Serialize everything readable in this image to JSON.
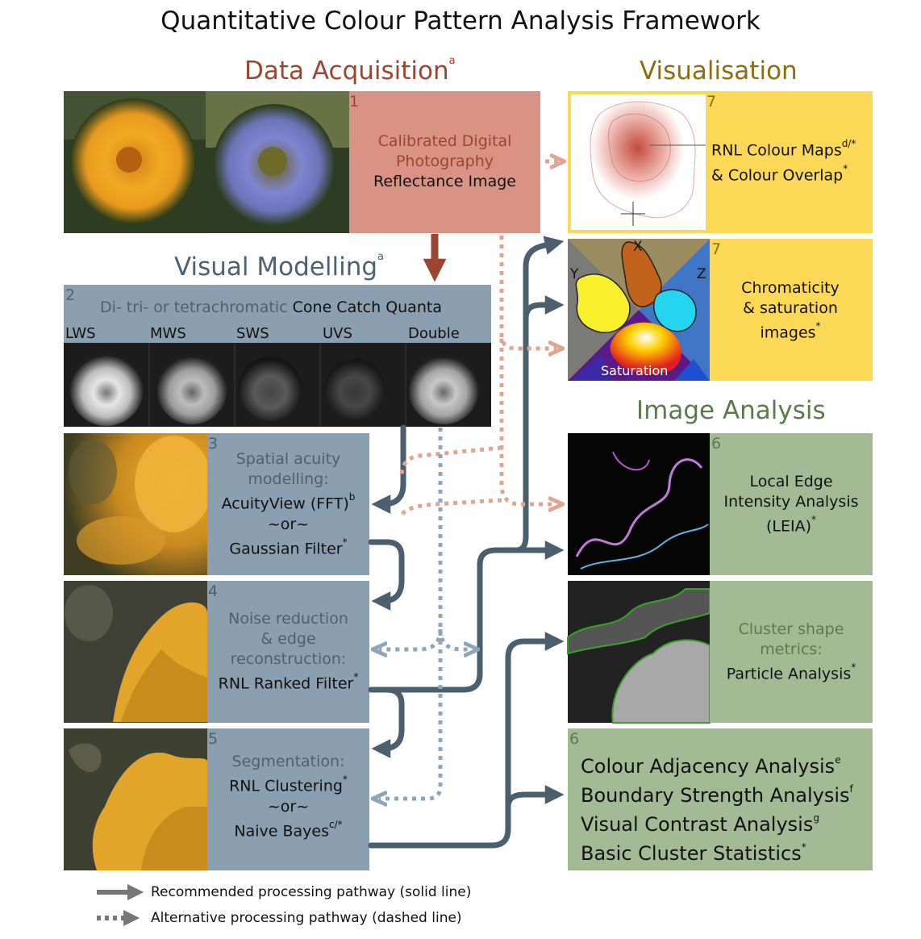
{
  "title": "Quantitative Colour Pattern Analysis Framework",
  "sections": {
    "acquisition": {
      "label": "Data Acquisition",
      "sup": "a"
    },
    "modelling": {
      "label": "Visual Modelling",
      "sup": "a"
    },
    "visualisation": {
      "label": "Visualisation"
    },
    "analysis": {
      "label": "Image Analysis"
    }
  },
  "colors": {
    "acquisition": "#d99385",
    "acquisition_text": "#9b4631",
    "modelling": "#8a9faf",
    "modelling_text": "#4e6171",
    "visualisation": "#fbd957",
    "visualisation_text": "#8c6e12",
    "analysis": "#a3bb95",
    "analysis_text": "#5c7a4a",
    "arrow_solid": "#4b5f6e",
    "arrow_dashed_pink": "#e0a492",
    "arrow_dashed_blue": "#8ea6ba"
  },
  "box1": {
    "number": "1",
    "line1": "Calibrated Digital",
    "line2": "Photography",
    "line3": "Reflectance Image"
  },
  "box2": {
    "number": "2",
    "prefix": "Di- tri- or tetrachromatic ",
    "main": "Cone Catch Quanta",
    "channels": [
      "LWS",
      "MWS",
      "SWS",
      "UVS",
      "Double"
    ]
  },
  "box3": {
    "number": "3",
    "line1": "Spatial acuity",
    "line2": "modelling:",
    "line3": "AcuityView (FFT)",
    "sup3": "b",
    "line4": "~or~",
    "line5": "Gaussian Filter",
    "sup5": "*"
  },
  "box4": {
    "number": "4",
    "line1": "Noise reduction",
    "line2": "& edge",
    "line3": "reconstruction:",
    "line4": "RNL Ranked Filter",
    "sup4": "*"
  },
  "box5": {
    "number": "5",
    "line1": "Segmentation:",
    "line2": "RNL Clustering",
    "sup2": "*",
    "line3": "~or~",
    "line4": "Naive Bayes",
    "sup4": "c/*"
  },
  "vis1": {
    "number": "7",
    "line1": "RNL Colour Maps",
    "sup1": "d/*",
    "line2": "& Colour Overlap",
    "sup2": "*"
  },
  "vis2": {
    "number": "7",
    "line1": "Chromaticity",
    "line2": "& saturation",
    "line3": "images",
    "sup3": "*",
    "axis_x": "X",
    "axis_y": "Y",
    "axis_z": "Z",
    "saturation_label": "Saturation"
  },
  "ana1": {
    "number": "6",
    "line1": "Local Edge",
    "line2": "Intensity Analysis",
    "line3": "(LEIA)",
    "sup3": "*"
  },
  "ana2": {
    "number": "",
    "line1": "Cluster shape",
    "line2": "metrics:",
    "line3": "Particle Analysis",
    "sup3": "*"
  },
  "ana3": {
    "number": "6",
    "lines": [
      {
        "text": "Colour Adjacency Analysis",
        "sup": "e"
      },
      {
        "text": "Boundary Strength Analysis",
        "sup": "f"
      },
      {
        "text": "Visual Contrast Analysis",
        "sup": "g"
      },
      {
        "text": "Basic Cluster Statistics",
        "sup": "*"
      }
    ]
  },
  "legend": {
    "solid": "Recommended processing pathway (solid line)",
    "dashed": "Alternative processing pathway (dashed line)"
  }
}
